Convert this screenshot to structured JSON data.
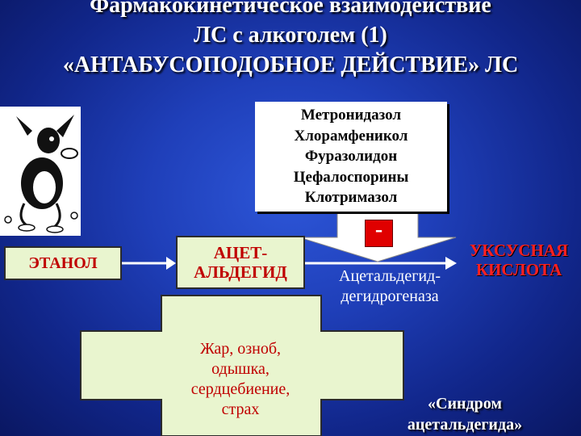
{
  "title": {
    "line1": "Фармакокинетическое взаимодействие",
    "line2": "ЛС с алкоголем (1)",
    "line3": "«АНТАБУСОПОДОБНОЕ ДЕЙСТВИЕ» ЛС"
  },
  "drugs": [
    "Метронидазол",
    "Хлорамфеникол",
    "Фуразолидон",
    "Цефалоспорины",
    "Клотримазол"
  ],
  "nodes": {
    "ethanol": "ЭТАНОЛ",
    "acetaldehyde_line1": "АЦЕТ-",
    "acetaldehyde_line2": "АЛЬДЕГИД",
    "acetic_line1": "УКСУСНАЯ",
    "acetic_line2": "КИСЛОТА"
  },
  "enzyme": {
    "line1": "Ацетальдегид-",
    "line2": "дегидрогеназа"
  },
  "inhibition_sign": "-",
  "symptoms": [
    "Жар, озноб,",
    "одышка,",
    "сердцебиение,",
    "страх"
  ],
  "syndrome": {
    "line1": "«Синдром",
    "line2": "ацетальдегида»"
  },
  "illustration": {
    "icon": "cartoon-dog-icon"
  }
}
